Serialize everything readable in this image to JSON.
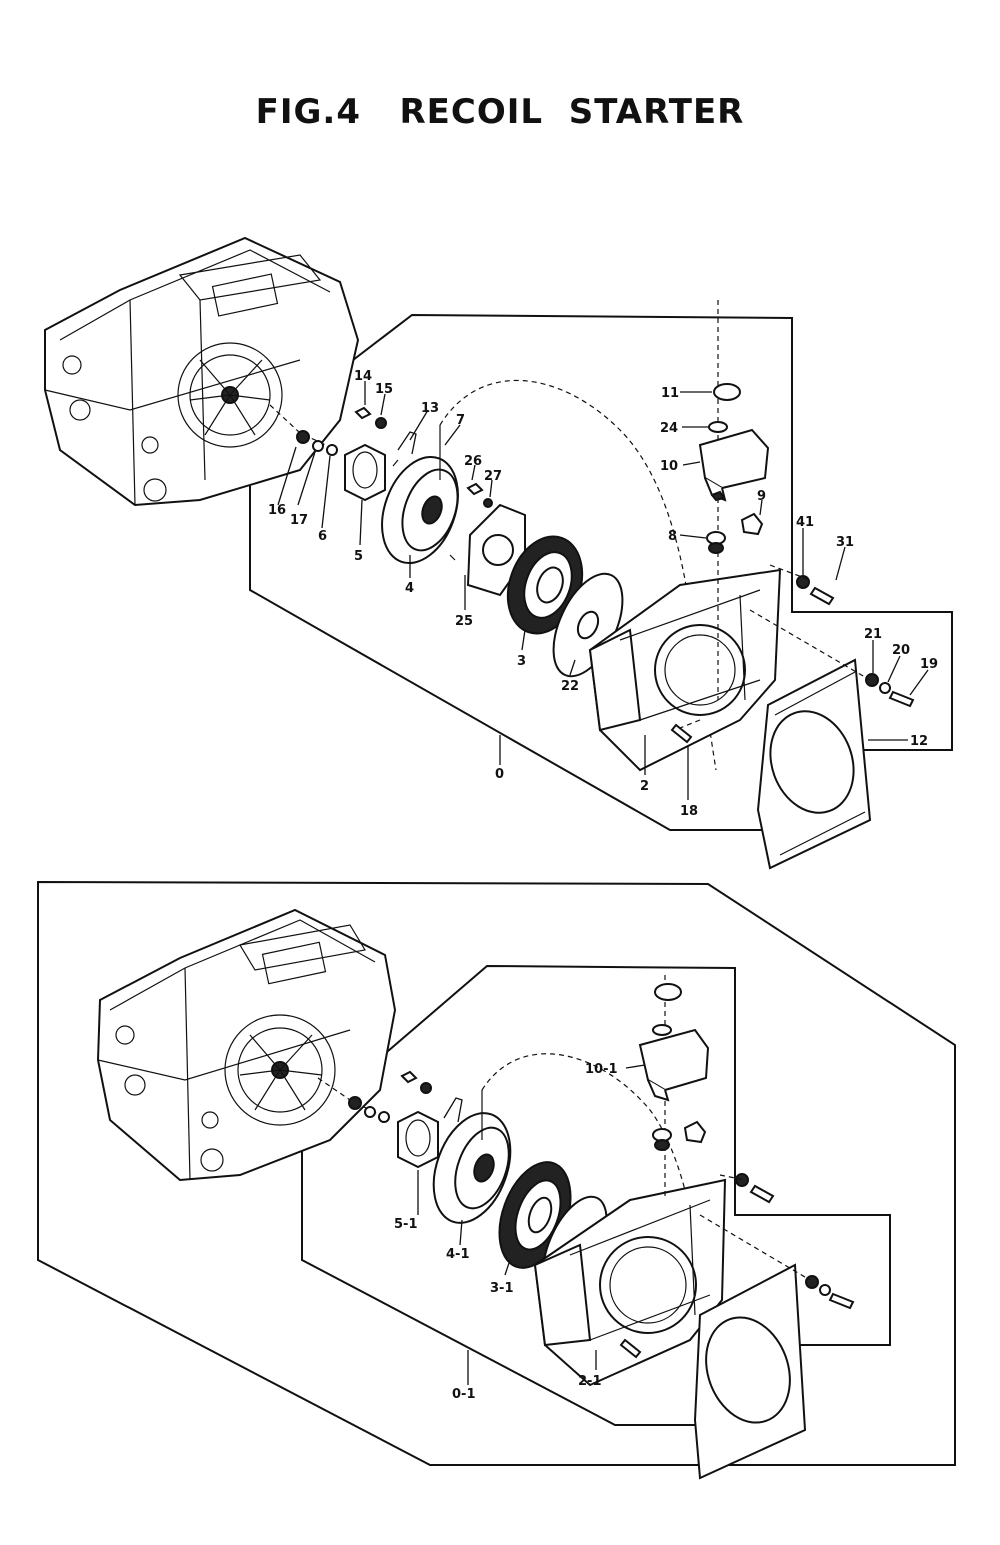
{
  "title": "FIG.4   RECOIL  STARTER",
  "upper_assembly": {
    "labels": {
      "p0": "0",
      "p2": "2",
      "p3": "3",
      "p4": "4",
      "p5": "5",
      "p6": "6",
      "p7": "7",
      "p8": "8",
      "p9": "9",
      "p10": "10",
      "p11": "11",
      "p12": "12",
      "p13": "13",
      "p14": "14",
      "p15": "15",
      "p16": "16",
      "p17": "17",
      "p18": "18",
      "p19": "19",
      "p20": "20",
      "p21": "21",
      "p22": "22",
      "p24": "24",
      "p25": "25",
      "p26": "26",
      "p27": "27",
      "p31": "31",
      "p41": "41"
    }
  },
  "lower_assembly": {
    "labels": {
      "p0_1": "0-1",
      "p2_1": "2-1",
      "p3_1": "3-1",
      "p4_1": "4-1",
      "p5_1": "5-1",
      "p10_1": "10-1"
    }
  }
}
